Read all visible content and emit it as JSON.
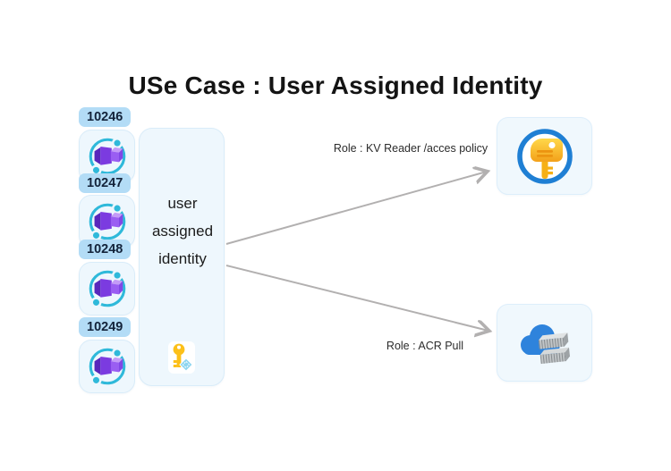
{
  "title": "USe Case : User Assigned Identity",
  "container_apps": {
    "items": [
      {
        "id": "10246",
        "icon": "container-app-icon"
      },
      {
        "id": "10247",
        "icon": "container-app-icon"
      },
      {
        "id": "10248",
        "icon": "container-app-icon"
      },
      {
        "id": "10249",
        "icon": "container-app-icon"
      }
    ]
  },
  "identity_box": {
    "label": "user assigned identity",
    "icon": "managed-identity-key-icon"
  },
  "connections": [
    {
      "label": "Role : KV Reader /acces policy",
      "target": "key-vault",
      "icon": "key-vault-icon"
    },
    {
      "label": "Role : ACR Pull",
      "target": "container-registry",
      "icon": "container-registry-icon"
    }
  ],
  "colors": {
    "badge_bg": "#b3dcf6",
    "card_bg": "#eef7fd",
    "card_border": "#d9ecf9",
    "arrow_gray": "#b2b0b0",
    "kv_ring_blue": "#1f7fd4",
    "key_gold": "#fcc019",
    "cloud_blue": "#2e83dc",
    "app_purple": "#7b3be0",
    "swoosh_teal": "#2fb9da"
  }
}
